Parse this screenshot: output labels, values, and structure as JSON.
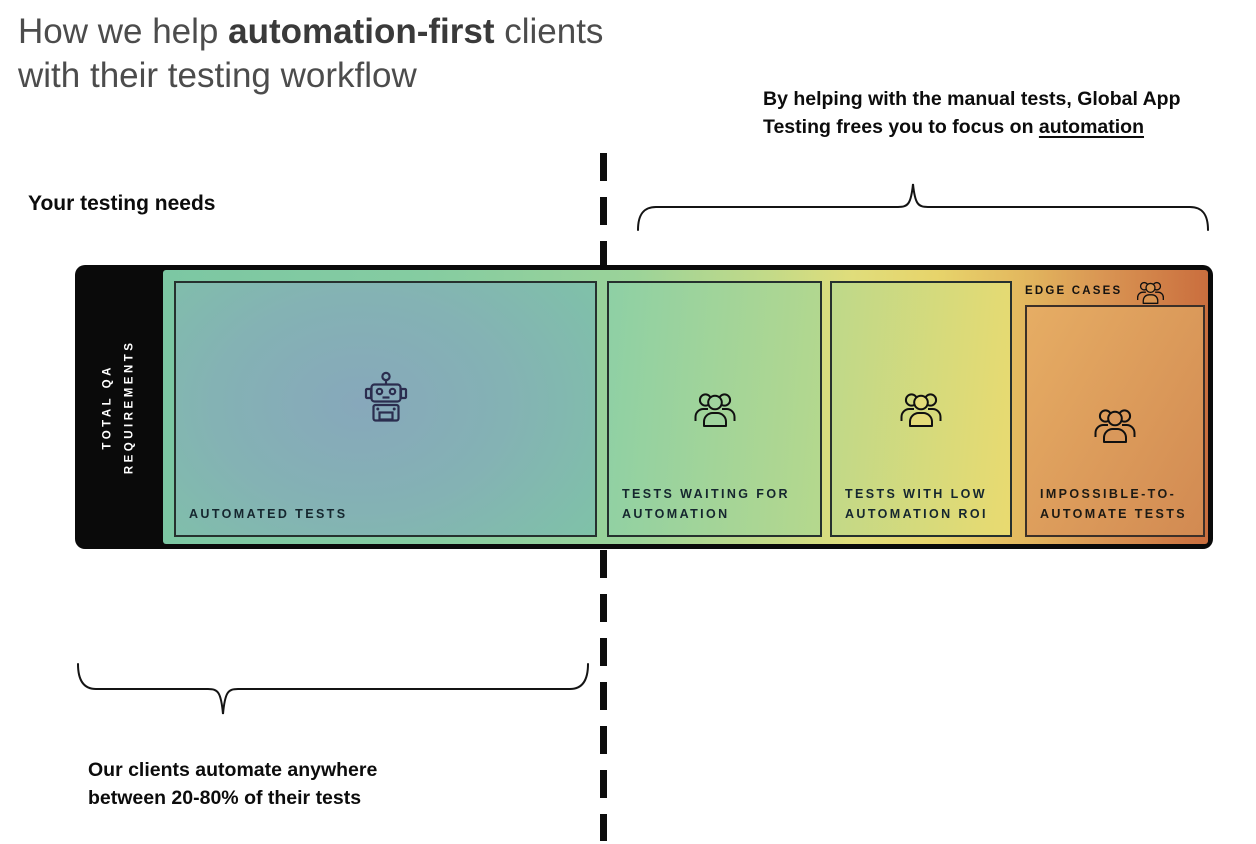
{
  "title": {
    "pre": "How we help ",
    "highlight": "automation-first",
    "post": " clients\nwith their testing workflow"
  },
  "right_annotation": {
    "text": "By helping with the manual tests, Global App\nTesting frees you to focus on ",
    "underlined": "automation"
  },
  "left_heading": "Your testing needs",
  "bar": {
    "side_label": "TOTAL QA\nREQUIREMENTS",
    "edge_cases_label": "EDGE CASES",
    "panels": [
      {
        "label": "AUTOMATED TESTS",
        "icon": "robot-icon"
      },
      {
        "label": "TESTS WAITING FOR\nAUTOMATION",
        "icon": "people-icon"
      },
      {
        "label": "TESTS WITH LOW\nAUTOMATION ROI",
        "icon": "people-icon"
      },
      {
        "label": "IMPOSSIBLE-TO-\nAUTOMATE TESTS",
        "icon": "people-icon"
      }
    ]
  },
  "bottom_note": "Our clients automate anywhere\nbetween 20-80% of their tests",
  "colors": {
    "gradient_teal": "#7cc7a3",
    "gradient_green": "#9bd399",
    "gradient_yellow": "#e7d46b",
    "gradient_orange": "#ca6e3e",
    "frame_black": "#0a0a0a",
    "robot_navy": "#2b2d4f",
    "text_dark": "#0c0c0c"
  }
}
